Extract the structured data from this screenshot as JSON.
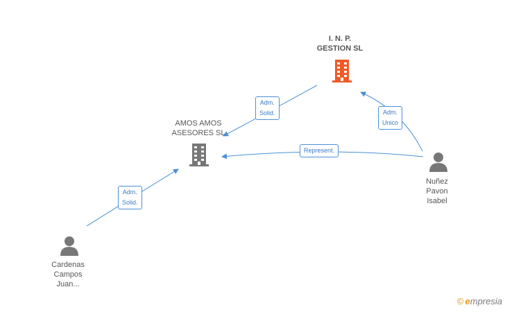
{
  "nodes": {
    "inp_gestion": {
      "lines": [
        "I. N. P.",
        "GESTION SL"
      ]
    },
    "amos_amos": {
      "lines": [
        "AMOS AMOS",
        "ASESORES SL"
      ]
    },
    "nunez": {
      "lines": [
        "Nuñez",
        "Pavon",
        "Isabel"
      ]
    },
    "cardenas": {
      "lines": [
        "Cardenas",
        "Campos",
        "Juan..."
      ]
    }
  },
  "edges": {
    "adm_solid_1": {
      "lines": [
        "Adm.",
        "Solid."
      ]
    },
    "adm_unico": {
      "lines": [
        "Adm.",
        "Unico"
      ]
    },
    "represent": {
      "lines": [
        "Represent."
      ]
    },
    "adm_solid_2": {
      "lines": [
        "Adm.",
        "Solid."
      ]
    }
  },
  "colors": {
    "highlight_company": "#f05a28",
    "company": "#777777",
    "person": "#777777",
    "edge": "#4a90d9"
  },
  "brand": {
    "copyright": "©",
    "initial": "e",
    "rest": "mpresia"
  }
}
